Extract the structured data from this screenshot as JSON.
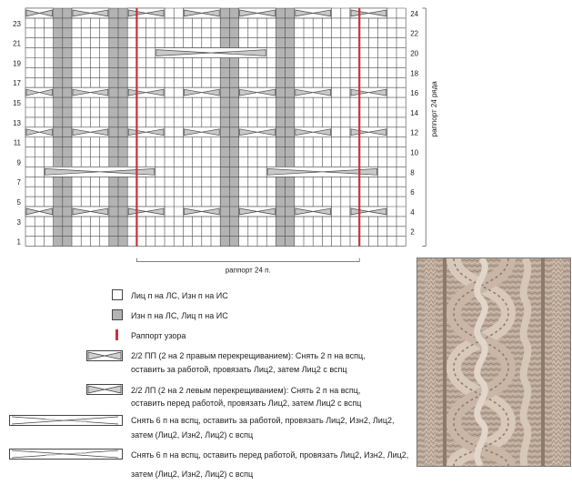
{
  "chart": {
    "stitches": 41,
    "rows": 24,
    "purl_columns": [
      4,
      5,
      10,
      11,
      22,
      23,
      28,
      29
    ],
    "repeat_start_col": 13,
    "repeat_end_col": 36,
    "row_labels_left": [
      "1",
      "3",
      "5",
      "7",
      "9",
      "11",
      "13",
      "15",
      "17",
      "19",
      "21",
      "23"
    ],
    "row_labels_right": [
      "2",
      "4",
      "6",
      "8",
      "10",
      "12",
      "14",
      "16",
      "18",
      "20",
      "22",
      "24"
    ],
    "vertical_label": "раппорт 24 ряда",
    "horizontal_label": "раппорт 24 п.",
    "cables_4": [
      {
        "row": 4,
        "cols": [
          1,
          3
        ]
      },
      {
        "row": 4,
        "cols": [
          6,
          9
        ]
      },
      {
        "row": 4,
        "cols": [
          12,
          15
        ]
      },
      {
        "row": 4,
        "cols": [
          18,
          21
        ]
      },
      {
        "row": 4,
        "cols": [
          24,
          27
        ]
      },
      {
        "row": 4,
        "cols": [
          30,
          33
        ]
      },
      {
        "row": 4,
        "cols": [
          36,
          39
        ]
      },
      {
        "row": 12,
        "cols": [
          1,
          3
        ]
      },
      {
        "row": 12,
        "cols": [
          6,
          9
        ]
      },
      {
        "row": 12,
        "cols": [
          12,
          15
        ]
      },
      {
        "row": 12,
        "cols": [
          18,
          21
        ]
      },
      {
        "row": 12,
        "cols": [
          24,
          27
        ]
      },
      {
        "row": 12,
        "cols": [
          30,
          33
        ]
      },
      {
        "row": 12,
        "cols": [
          36,
          39
        ]
      },
      {
        "row": 16,
        "cols": [
          1,
          3
        ]
      },
      {
        "row": 16,
        "cols": [
          6,
          9
        ]
      },
      {
        "row": 16,
        "cols": [
          12,
          15
        ]
      },
      {
        "row": 16,
        "cols": [
          18,
          21
        ]
      },
      {
        "row": 16,
        "cols": [
          24,
          27
        ]
      },
      {
        "row": 16,
        "cols": [
          30,
          33
        ]
      },
      {
        "row": 16,
        "cols": [
          36,
          39
        ]
      },
      {
        "row": 24,
        "cols": [
          1,
          3
        ]
      },
      {
        "row": 24,
        "cols": [
          6,
          9
        ]
      },
      {
        "row": 24,
        "cols": [
          12,
          15
        ]
      },
      {
        "row": 24,
        "cols": [
          18,
          21
        ]
      },
      {
        "row": 24,
        "cols": [
          24,
          27
        ]
      },
      {
        "row": 24,
        "cols": [
          30,
          33
        ]
      },
      {
        "row": 24,
        "cols": [
          36,
          39
        ]
      }
    ],
    "cables_12": [
      {
        "row": 8,
        "cols": [
          3,
          14
        ]
      },
      {
        "row": 8,
        "cols": [
          27,
          38
        ]
      },
      {
        "row": 20,
        "cols": [
          15,
          26
        ]
      }
    ],
    "colors": {
      "grid": "#4a4a4a",
      "purl": "#b3b3b3",
      "repeat": "#c8323c",
      "cable_fill": "#c9c9c9"
    }
  },
  "legend": {
    "knit": "Лиц п на ЛС, Изн п на ИС",
    "purl": "Изн п на ЛС, Лиц п на ИС",
    "repeat": "Раппорт узора",
    "cable_right_1": "2/2 ПП (2 на 2 правым перекрещиванием): Снять 2 п на вспц,",
    "cable_right_2": "оставить за работой, провязать Лиц2, затем Лиц2 с вспц",
    "cable_left_1": "2/2 ЛП (2 на 2 левым перекрещиванием): Снять 2 п на вспц,",
    "cable_left_2": "оставить перед работой, провязать Лиц2, затем Лиц2 с вспц",
    "cable6_back_1": "Снять 6 п на вспц, оставить за работой, провязать Лиц2, Изн2, Лиц2,",
    "cable6_back_2": "затем (Лиц2, Изн2, Лиц2) с вспц",
    "cable6_front_1": "Снять 6 п на вспц, оставить перед работой, провязать Лиц2, Изн2, Лиц2,",
    "cable6_front_2": "затем (Лиц2, Изн2, Лиц2) с вспц"
  },
  "photo": {
    "icon": "knitted-cable-swatch",
    "colors": {
      "yarn": "#c4b2a3",
      "shadow": "#8d7a6c",
      "highlight": "#ddd0c4"
    }
  }
}
